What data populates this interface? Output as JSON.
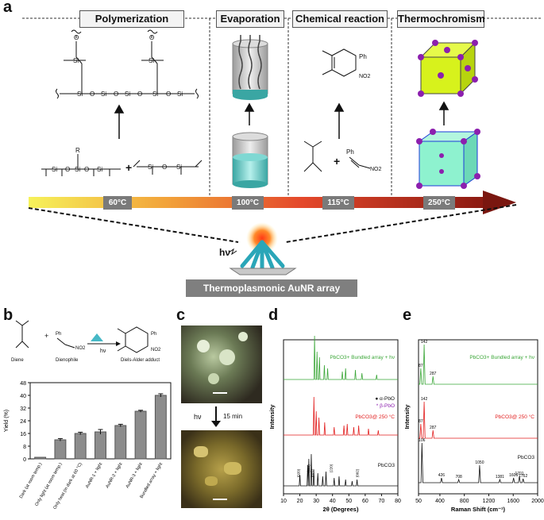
{
  "panel_a": {
    "letter": "a",
    "sections": [
      "Polymerization",
      "Evaporation",
      "Chemical reaction",
      "Thermochromism"
    ],
    "temperatures": [
      "60°C",
      "100°C",
      "115°C",
      "250°C"
    ],
    "hv": "hν",
    "array_label": "Thermoplasmonic AuNR array",
    "chem_labels": {
      "r": "R",
      "ph": "Ph",
      "no2": "NO2",
      "o": "O"
    }
  },
  "panel_b": {
    "letter": "b",
    "labels": {
      "diene": "Diene",
      "dienophile": "Dienophile",
      "hv": "hν",
      "adduct": "Diels-Alder adduct",
      "ph": "Ph",
      "no2": "NO2"
    },
    "chart_data": {
      "type": "bar",
      "title": "",
      "ylabel": "Yield (%)",
      "ylim": [
        0,
        48
      ],
      "yticks": [
        0,
        8,
        16,
        24,
        32,
        40,
        48
      ],
      "categories": [
        "Dark (at room temp.)",
        "Only light (at room temp.)",
        "Only heat (in dark at 60 °C)",
        "AuNR-1 + light",
        "AuNR-2 + light",
        "AuNR-3 + light",
        "Bundled array + light"
      ],
      "values": [
        1,
        12,
        16,
        17,
        21,
        30,
        40
      ],
      "errors": [
        0,
        0.8,
        0.8,
        1.5,
        0.8,
        0.6,
        1.0
      ],
      "color": "#8c8c8c"
    }
  },
  "panel_c": {
    "letter": "c",
    "hv": "hν",
    "time": "15 min"
  },
  "panel_d": {
    "letter": "d",
    "chart_data": {
      "type": "line",
      "xlabel": "2θ (Degrees)",
      "ylabel": "Intensity",
      "xlim": [
        10,
        80
      ],
      "xticks": [
        10,
        20,
        30,
        40,
        50,
        60,
        70,
        80
      ],
      "series": [
        {
          "name": "PbCO3+ Bundled array + hν",
          "color": "#3aa637"
        },
        {
          "name": "PbCO3@ 250 °C",
          "color": "#e21f1f"
        },
        {
          "name": "PbCO3",
          "color": "#111111"
        }
      ],
      "peak_labels": [
        "(020)",
        "(111)",
        "(021)",
        "(220)",
        "(002)"
      ],
      "legend": [
        "α-PbO",
        "β-PbO"
      ]
    }
  },
  "panel_e": {
    "letter": "e",
    "chart_data": {
      "type": "line",
      "xlabel": "Raman Shift (cm⁻¹)",
      "ylabel": "Intensity",
      "xlim": [
        50,
        2000
      ],
      "xticks": [
        50,
        400,
        800,
        1200,
        1600,
        2000
      ],
      "series": [
        {
          "name": "PbCO3+ Bundled array + hν",
          "color": "#3aa637",
          "peaks": [
            "87",
            "142",
            "287"
          ]
        },
        {
          "name": "PbCO3@ 250 °C",
          "color": "#e21f1f",
          "peaks": [
            "87",
            "142",
            "287"
          ]
        },
        {
          "name": "PbCO3",
          "color": "#111111",
          "peaks": [
            "106",
            "426",
            "708",
            "1050",
            "1381",
            "1606",
            "1701",
            "1762"
          ]
        }
      ]
    }
  }
}
